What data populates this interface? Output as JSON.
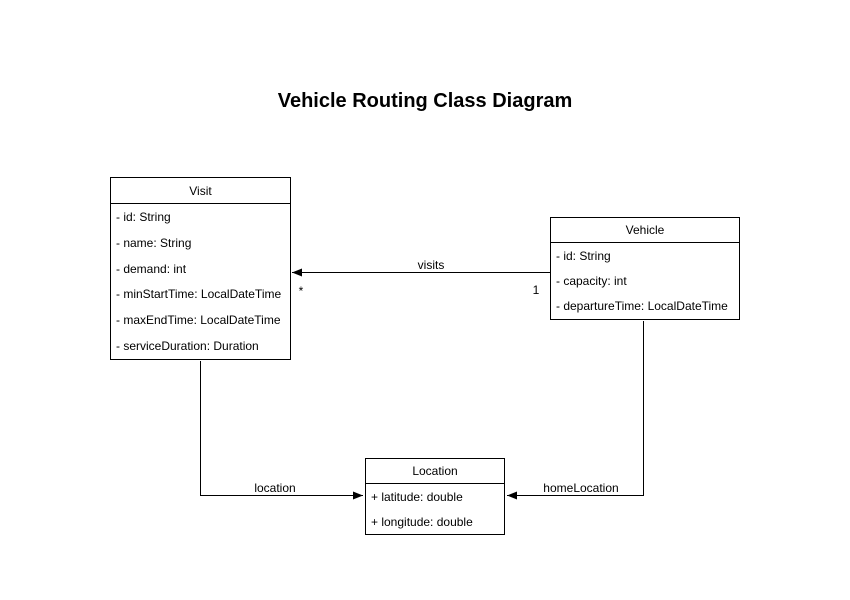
{
  "diagram": {
    "title": "Vehicle Routing Class Diagram",
    "background_color": "#ffffff",
    "stroke_color": "#000000",
    "text_color": "#000000"
  },
  "classes": {
    "visit": {
      "name": "Visit",
      "attributes": [
        "- id: String",
        "- name: String",
        "- demand: int",
        "- minStartTime: LocalDateTime",
        "- maxEndTime: LocalDateTime",
        "- serviceDuration: Duration"
      ]
    },
    "vehicle": {
      "name": "Vehicle",
      "attributes": [
        "- id: String",
        "- capacity: int",
        "- departureTime: LocalDateTime"
      ]
    },
    "location": {
      "name": "Location",
      "attributes": [
        "+ latitude: double",
        "+ longitude: double"
      ]
    }
  },
  "connectors": {
    "visits": {
      "label": "visits",
      "source_multiplicity": "1",
      "target_multiplicity": "*"
    },
    "location": {
      "label": "location"
    },
    "home_location": {
      "label": "homeLocation"
    }
  }
}
